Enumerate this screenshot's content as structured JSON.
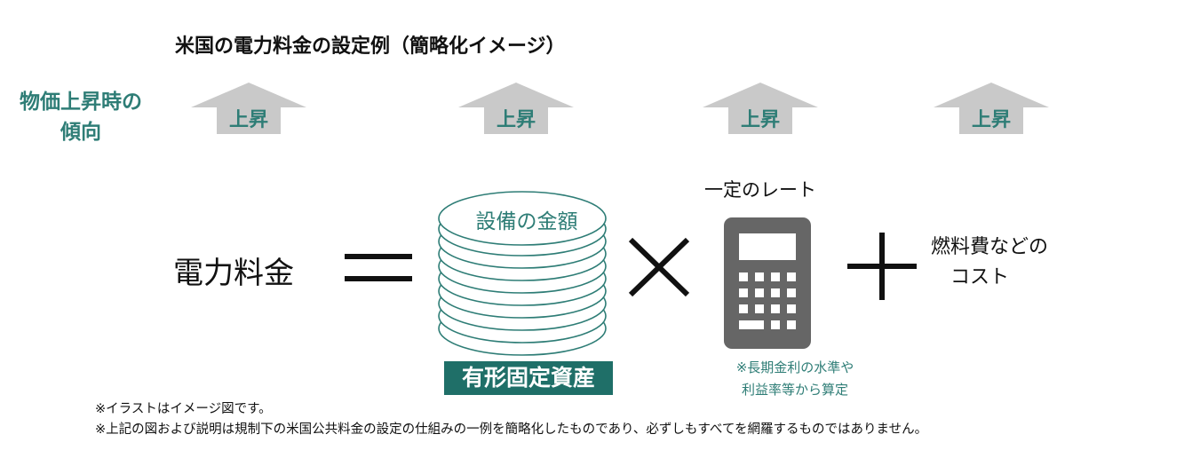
{
  "title": "米国の電力料金の設定例（簡略化イメージ）",
  "trend_label": [
    "物価上昇時の",
    "傾向"
  ],
  "arrows": [
    {
      "label": "上昇"
    },
    {
      "label": "上昇"
    },
    {
      "label": "上昇"
    },
    {
      "label": "上昇"
    }
  ],
  "equation": {
    "result": "電力料金",
    "equals_icon": "equals-sign",
    "asset_label": "設備の金額",
    "asset_box": "有形固定資産",
    "times_icon": "multiply-sign",
    "rate_label": "一定のレート",
    "rate_note": [
      "※長期金利の水準や",
      "利益率等から算定"
    ],
    "plus_icon": "plus-sign",
    "fuel_label": [
      "燃料費などの",
      "コスト"
    ]
  },
  "footnotes": [
    "※イラストはイメージ図です。",
    "※上記の図および説明は規制下の米国公共料金の設定の仕組みの一例を簡略化したものであり、必ずしもすべてを網羅するものではありません。"
  ],
  "colors": {
    "teal": "#2e7d76",
    "box": "#1f6f68",
    "arrow": "#c9c9c9",
    "calculator": "#666666"
  }
}
